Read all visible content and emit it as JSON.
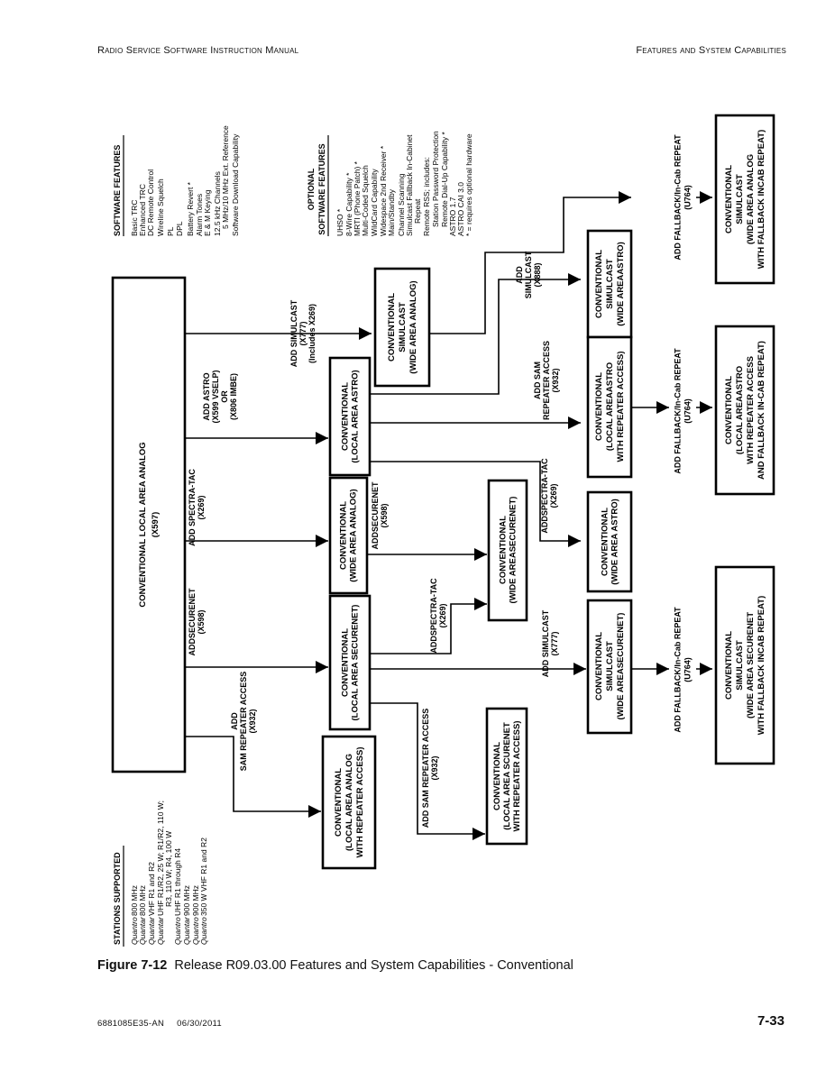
{
  "header": {
    "left": "Radio Service Software Instruction Manual",
    "right": "Features and System Capabilities"
  },
  "software_features": {
    "title": "SOFTWARE FEATURES",
    "items": [
      "Basic TRC",
      "Enhanced TRC",
      "DC Remote Control",
      "Wireline Squelch",
      "PL",
      "DPL",
      "Battery Revert *",
      "Alarm Tones",
      "E & M Keying",
      "12.5 kHz Channels",
      "5 MHz/10 MHz Ext. Reference",
      "Software Download Capability"
    ]
  },
  "optional_features": {
    "title_line1": "OPTIONAL",
    "title_line2": "SOFTWARE FEATURES",
    "items": [
      "UHSO *",
      "8-Wire Capability *",
      "MRTI (Phone Patch) *",
      "Multi-Coded Squelch",
      "WildCard Capability",
      "Widespace 2nd Receiver *",
      "Main/Standby",
      "Channel Scanning",
      "Simulcast Fallback In-Cabinet",
      "Repeat",
      "Remote RSS; includes:",
      "Station Password Protection",
      "Remote Dial-Up Capability *",
      "ASTRO 1.7",
      "ASTRO CAI 3.0",
      "* = requires optional hardware"
    ]
  },
  "stations": {
    "title": "STATIONS SUPPORTED",
    "items": [
      {
        "model": "Quantro",
        "desc": "800 MHz"
      },
      {
        "model": "Quantar",
        "desc": "800 MHz"
      },
      {
        "model": "Quantar",
        "desc": "VHF R1 and R2"
      },
      {
        "model": "Quantar",
        "desc": "UHF R1/R2, 25 W; R1/R2, 110 W;"
      },
      {
        "model": "",
        "desc": "R3, 110 W; R4, 100 W"
      },
      {
        "model": "Quantro",
        "desc": "UHF R1 through R4"
      },
      {
        "model": "Quantar",
        "desc": "900 MHz"
      },
      {
        "model": "Quantro",
        "desc": "900 MHz"
      },
      {
        "model": "Quantro",
        "desc": "350 W VHF R1 and R2"
      }
    ]
  },
  "boxes": {
    "main": [
      "CONVENTIONAL LOCAL AREA ANALOG",
      "(X597)"
    ],
    "local_astro": [
      "CONVENTIONAL",
      "(LOCAL AREA ASTRO)"
    ],
    "wide_analog": [
      "CONVENTIONAL",
      "(WIDE AREA ANALOG)"
    ],
    "local_securenet": [
      "CONVENTIONAL",
      "(LOCAL AREA SECURENET)"
    ],
    "local_analog_rep": [
      "CONVENTIONAL",
      "(LOCAL AREA ANALOG",
      "WITH REPEATER ACCESS)"
    ],
    "simulcast_wide_analog": [
      "CONVENTIONAL",
      "SIMULCAST",
      "(WIDE AREA ANALOG)"
    ],
    "wide_securenet": [
      "CONVENTIONAL",
      "(WIDE AREASECURENET)"
    ],
    "local_securenet_rep": [
      "CONVENTIONAL",
      "(LOCAL AREA SCURENET",
      "WITH REPEATER ACCESS)"
    ],
    "simulcast_wide_astro": [
      "CONVENTIONAL",
      "SIMULCAST",
      "(WIDE AREAASTRO)"
    ],
    "local_astro_rep": [
      "CONVENTIONAL",
      "(LOCAL AREAASTRO",
      "WITH REPEATER ACCESS)"
    ],
    "wide_astro": [
      "CONVENTIONAL",
      "(WIDE AREA ASTRO)"
    ],
    "simulcast_wide_securenet": [
      "CONVENTIONAL",
      "SIMULCAST",
      "(WIDE AREASECURENET)"
    ],
    "simulcast_fallback_analog": [
      "CONVENTIONAL",
      "SIMULCAST",
      "(WIDE AREA ANALOG",
      "WITH FALLBACK INCAB REPEAT)"
    ],
    "local_astro_rep_fallback": [
      "CONVENTIONAL",
      "(LOCAL AREAASTRO",
      "WITH REPEATER ACCESS",
      "AND FALLBACK IN-CAB REPEAT)"
    ],
    "simulcast_fallback_securenet": [
      "CONVENTIONAL",
      "SIMULCAST",
      "(WIDE AREA SECURENET",
      "WITH FALLBACK INCAB REPEAT)"
    ]
  },
  "labels": {
    "add_simulcast_x777": [
      "ADD  SIMULCAST",
      "(X777)",
      "(Includes X269)"
    ],
    "add_astro": [
      "ADD ASTRO",
      "(X599 VSELP)",
      "OR",
      "(X806 IMBE)"
    ],
    "add_spectratac_main": [
      "ADD SPECTRA-TAC",
      "(X269)"
    ],
    "add_securenet_main": [
      "ADDSECURENET",
      "(X598)"
    ],
    "add_sam_main": [
      "ADD",
      "SAM REPEATER ACCESS",
      "(X932)"
    ],
    "add_securenet_wide": [
      "ADDSECURENET",
      "(X598)"
    ],
    "add_spectratac_sec": [
      "ADDSPECTRA-TAC",
      "(X269)"
    ],
    "add_sam_sec": [
      "ADD SAM REPEATER ACCESS",
      "(X932)"
    ],
    "add_simulcast_x888": [
      "ADD",
      "SIMULCAST",
      "(X888)"
    ],
    "add_sam_astro": [
      "ADD SAM",
      "REPEATER ACCESS",
      "(X932)"
    ],
    "add_spectratac_astro": [
      "ADDSPECTRA-TAC",
      "(X269)"
    ],
    "add_simulcast_sec": [
      "ADD SIMULCAST",
      "(X777)"
    ],
    "fallback_1": [
      "ADD FALLBACK/In-Cab REPEAT",
      "(U764)"
    ],
    "fallback_2": [
      "ADD FALLBACK/In-Cab REPEAT",
      "(U764)"
    ],
    "fallback_3": [
      "ADD FALLBACK/In-Cab REPEAT",
      "(U764)"
    ]
  },
  "caption": {
    "label": "Figure 7-12",
    "text": "Release R09.03.00 Features and System Capabilities - Conventional"
  },
  "footer": {
    "doc_number": "6881085E35-AN",
    "date": "06/30/2011",
    "page": "7-33"
  }
}
